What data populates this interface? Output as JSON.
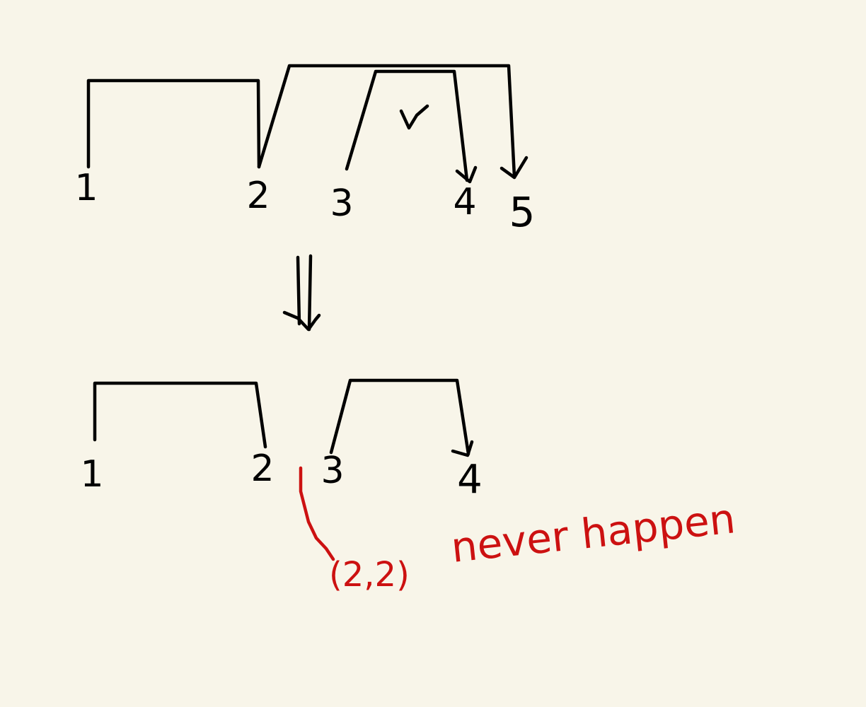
{
  "top_diagram": {
    "nodes": [
      "1",
      "2",
      "3",
      "4",
      "5"
    ],
    "check_mark": "check-icon"
  },
  "transition": {
    "arrow": "double-down-arrow-icon"
  },
  "bottom_diagram": {
    "nodes": [
      "1",
      "2",
      "3",
      "4"
    ]
  },
  "annotation": {
    "tuple": "(2,2)",
    "note": "never happen"
  },
  "colors": {
    "background": "#f8f5e9",
    "ink": "#000000",
    "annotation": "#cc1111"
  }
}
